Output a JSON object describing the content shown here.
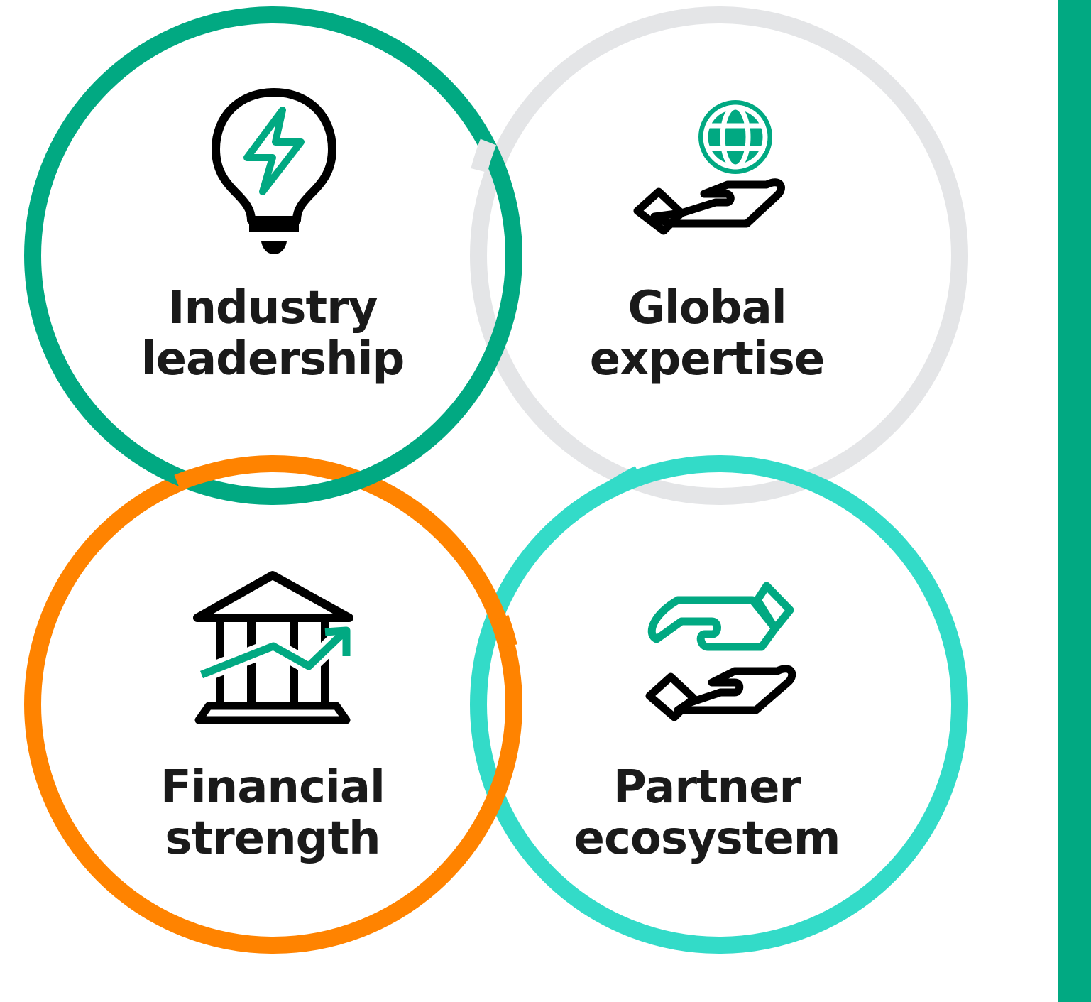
{
  "colors": {
    "teal_green": "#01A982",
    "light_gray": "#E4E5E7",
    "orange": "#FF8300",
    "aqua": "#33DBC8",
    "text": "#1a1a1a",
    "icon_black": "#000000",
    "bar": "#01A982"
  },
  "items": [
    {
      "id": "industry-leadership",
      "icon": "lightbulb-icon",
      "ring_color": "#01A982",
      "line1": "Industry",
      "line2": "leadership"
    },
    {
      "id": "global-expertise",
      "icon": "globe-in-hand-icon",
      "ring_color": "#E4E5E7",
      "line1": "Global",
      "line2": "expertise"
    },
    {
      "id": "financial-strength",
      "icon": "bank-growth-icon",
      "ring_color": "#FF8300",
      "line1": "Financial",
      "line2": "strength"
    },
    {
      "id": "partner-ecosystem",
      "icon": "hands-icon",
      "ring_color": "#33DBC8",
      "line1": "Partner",
      "line2": "ecosystem"
    }
  ]
}
